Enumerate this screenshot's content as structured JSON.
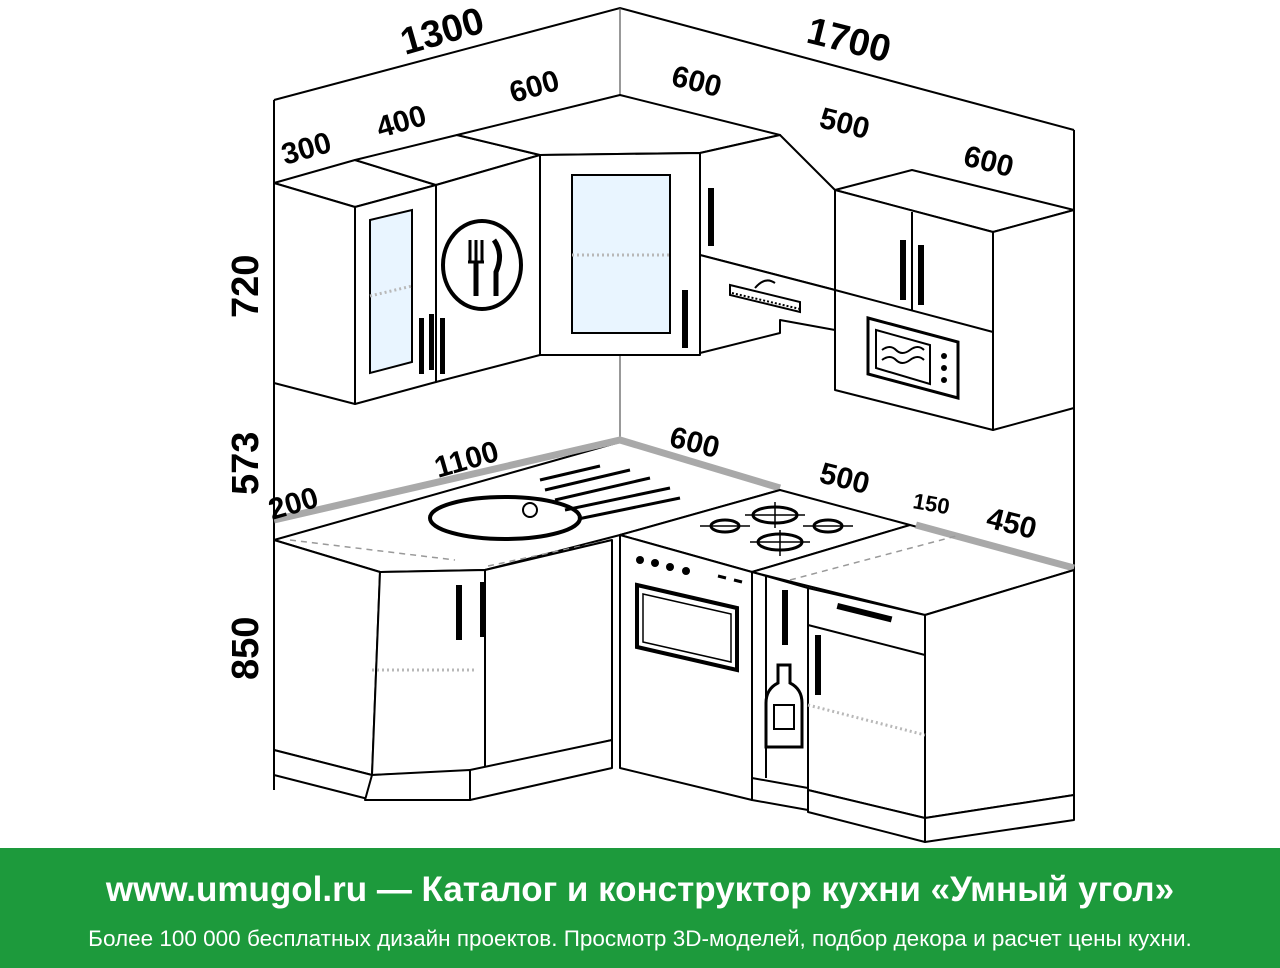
{
  "dimensions": {
    "top_left_total": "1300",
    "top_right_total": "1700",
    "upper_300": "300",
    "upper_400": "400",
    "upper_600_left": "600",
    "upper_600_right": "600",
    "upper_500": "500",
    "upper_600_far": "600",
    "height_upper": "720",
    "height_gap": "573",
    "height_base": "850",
    "base_200": "200",
    "base_1100": "1100",
    "base_600": "600",
    "base_500": "500",
    "base_150": "150",
    "base_450": "450"
  },
  "icons": [
    "fork-knife-plate-icon",
    "range-hood-icon",
    "microwave-icon",
    "bottle-icon",
    "oven-icon",
    "gas-hob-icon",
    "sink-icon"
  ],
  "colors": {
    "footer_bg": "#1d9a3c",
    "glass": "#e9f5ff",
    "countertop_edge": "#a9a9a9"
  },
  "footer": {
    "title": "www.umugol.ru — Каталог и конструктор кухни «Умный угол»",
    "subtitle": "Более 100 000 бесплатных дизайн проектов. Просмотр 3D-моделей, подбор декора и расчет цены кухни."
  }
}
